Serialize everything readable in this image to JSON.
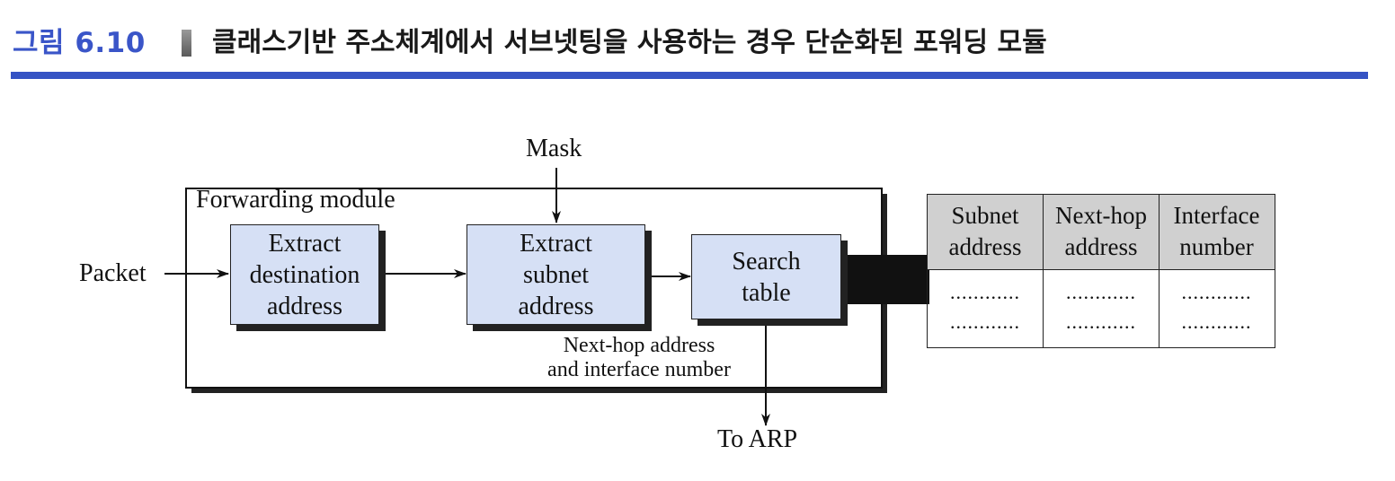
{
  "figure": {
    "label": "그림 6.10",
    "title": "클래스기반 주소체계에서 서브넷팅을 사용하는 경우 단순화된 포워딩 모듈"
  },
  "diagram": {
    "mask_label": "Mask",
    "module_label": "Forwarding module",
    "packet_label": "Packet",
    "box1": [
      "Extract",
      "destination",
      "address"
    ],
    "box2": [
      "Extract",
      "subnet",
      "address"
    ],
    "box3": [
      "Search",
      "table"
    ],
    "output_note": [
      "Next-hop address",
      "and interface number"
    ],
    "arp_label": "To ARP"
  },
  "table": {
    "headers": [
      [
        "Subnet",
        "address"
      ],
      [
        "Next-hop",
        "address"
      ],
      [
        "Interface",
        "number"
      ]
    ],
    "rows": [
      [
        "............",
        "............",
        "............"
      ],
      [
        "............",
        "............",
        "............"
      ]
    ]
  },
  "colors": {
    "accent": "#3553c4",
    "box_fill": "#d6e0f5",
    "table_header": "#d0d0d0"
  }
}
